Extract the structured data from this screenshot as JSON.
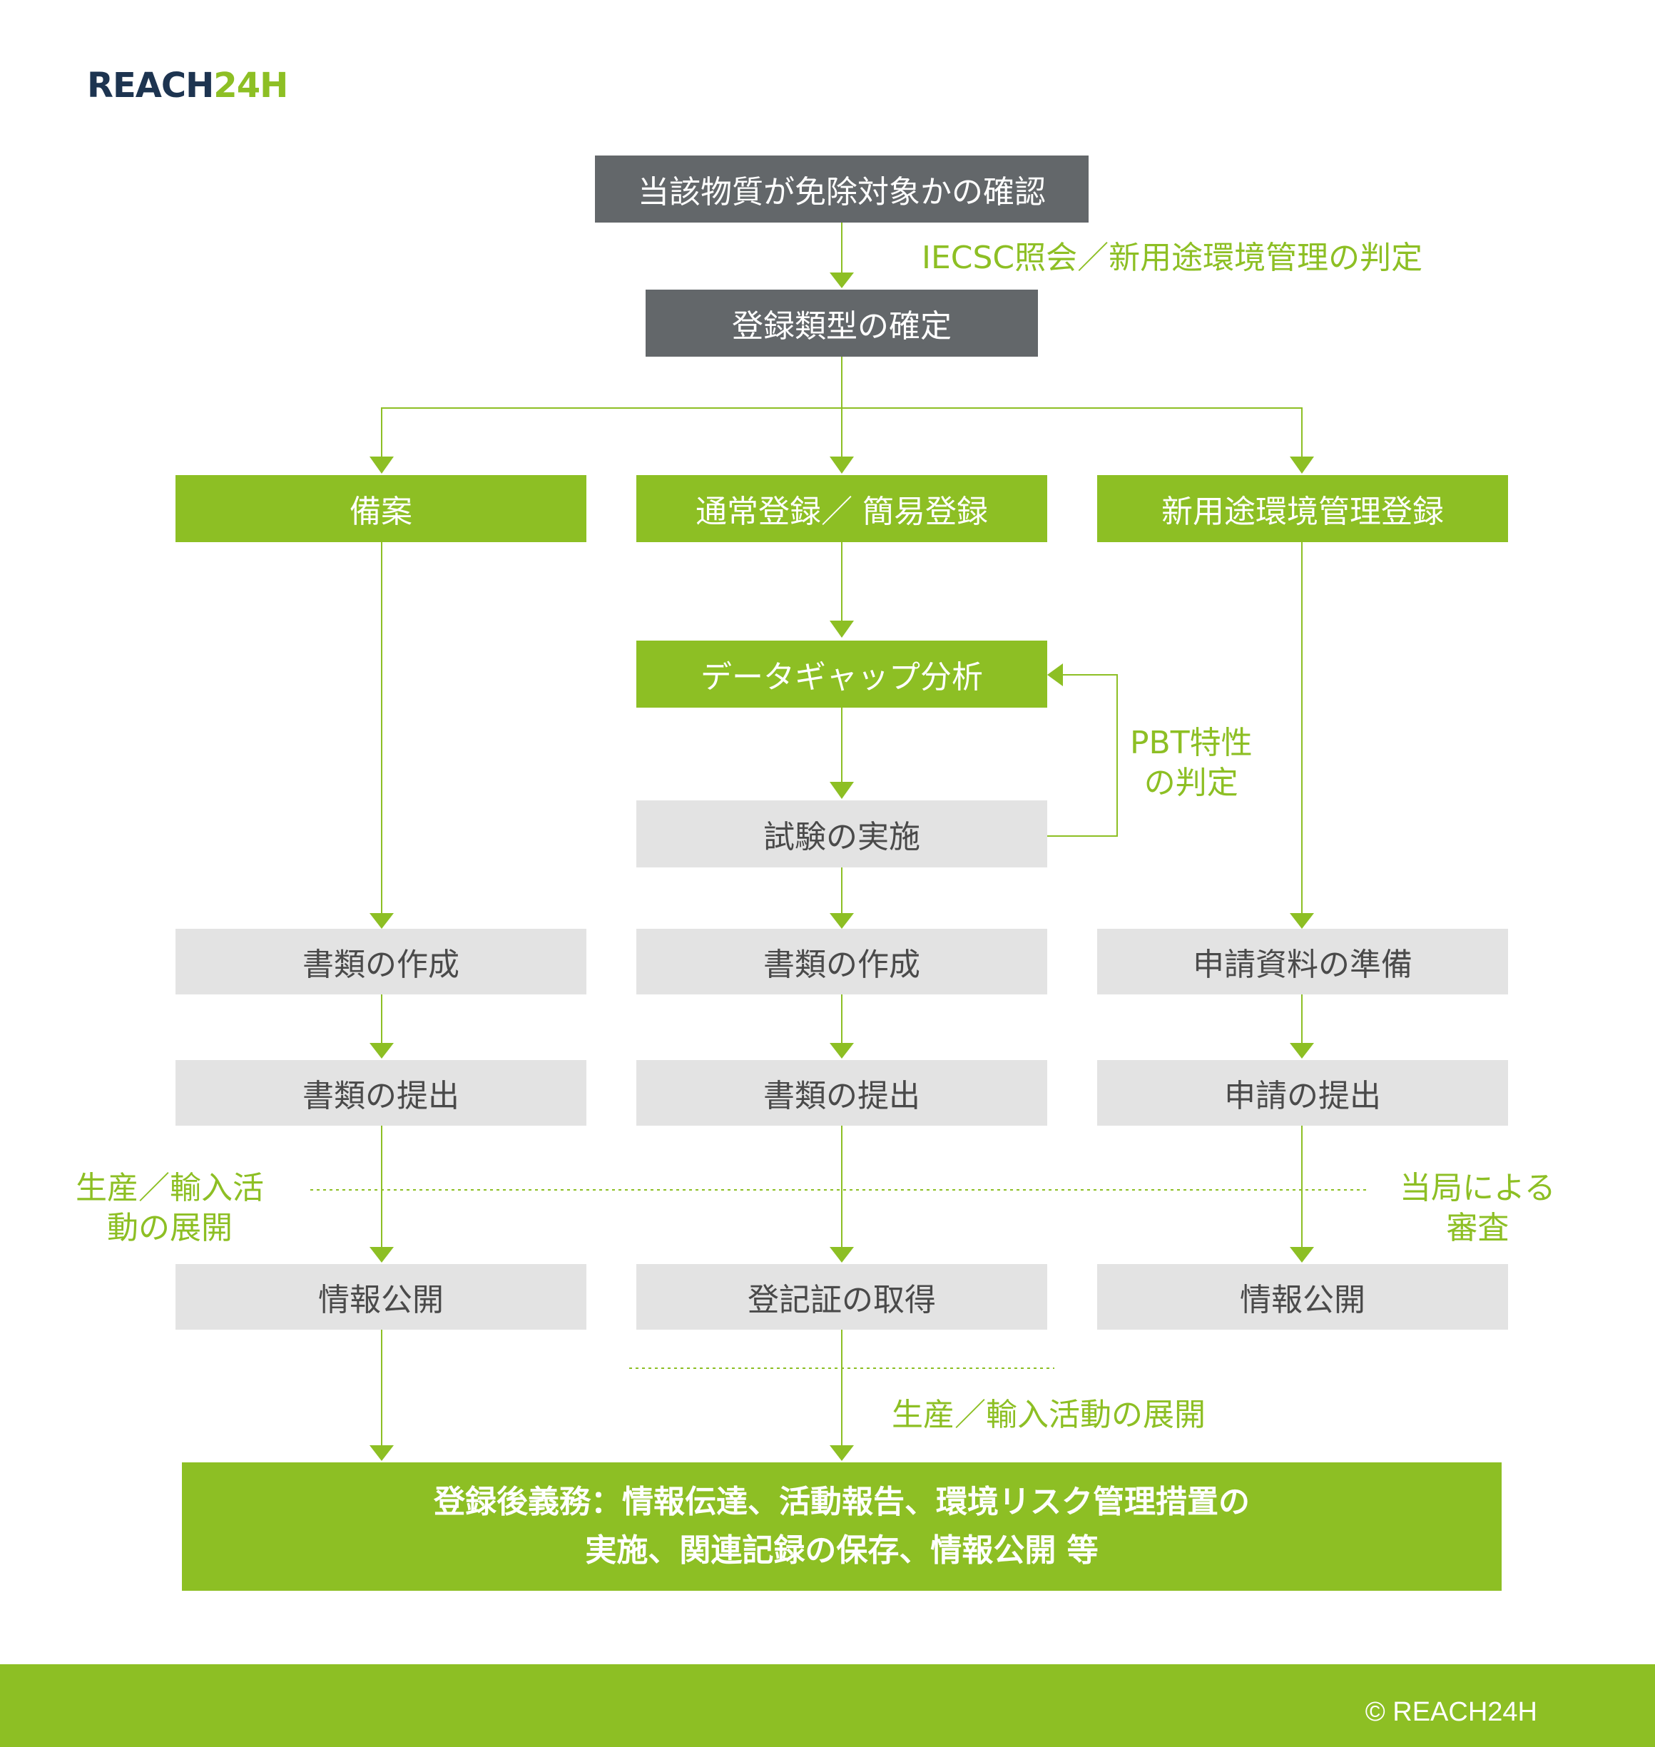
{
  "logo": {
    "part1": "REACH",
    "part2": "24H"
  },
  "boxes": {
    "confirm_exempt": "当該物質が免除対象かの確認",
    "registration_type": "登録類型の確定",
    "filing": "備案",
    "standard_simple": "通常登録／ 簡易登録",
    "new_use_env": "新用途環境管理登録",
    "data_gap": "データギャップ分析",
    "testing": "試験の実施",
    "doc_prep_left": "書類の作成",
    "doc_prep_mid": "書類の作成",
    "app_prep_right": "申請資料の準備",
    "doc_submit_left": "書類の提出",
    "doc_submit_mid": "書類の提出",
    "app_submit_right": "申請の提出",
    "info_public_left": "情報公開",
    "cert_mid": "登記証の取得",
    "info_public_right": "情報公開",
    "post_obligations_line1": "登録後義務：情報伝達、活動報告、環境リスク管理措置の",
    "post_obligations_line2": "実施、関連記録の保存、情報公開 等"
  },
  "labels": {
    "iecsc": "IECSC照会／新用途環境管理の判定",
    "pbt_line1": "PBT特性",
    "pbt_line2": "の判定",
    "prod_left_line1": "生産／輸入活",
    "prod_left_line2": "動の展開",
    "review_line1": "当局による",
    "review_line2": "審査",
    "prod_bottom": "生産／輸入活動の展開"
  },
  "footer": {
    "copyright": "© REACH24H"
  },
  "colors": {
    "green": "#8dbf24",
    "dark_gray": "#63676a",
    "light_gray": "#e3e3e3",
    "navy": "#1d3450"
  }
}
